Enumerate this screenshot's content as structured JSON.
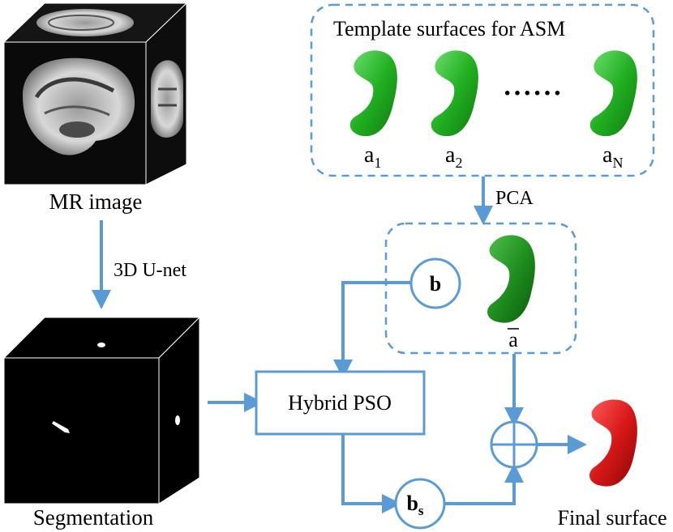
{
  "labels": {
    "mr_image": "MR image",
    "unet": "3D U-net",
    "segmentation": "Segmentation",
    "template_title": "Template surfaces for ASM",
    "a1_base": "a",
    "a1_sub": "1",
    "a2_base": "a",
    "a2_sub": "2",
    "aN_base": "a",
    "aN_sub": "N",
    "ellipsis": "······",
    "pca": "PCA",
    "b": "b",
    "abar": "a",
    "hybrid_pso": "Hybrid PSO",
    "bs_base": "b",
    "bs_sub": "s",
    "final_surface": "Final surface"
  },
  "colors": {
    "accent": "#5b9bd5",
    "template_green": "#22b022",
    "mean_green": "#1f8f1f",
    "final_red": "#d81818"
  }
}
